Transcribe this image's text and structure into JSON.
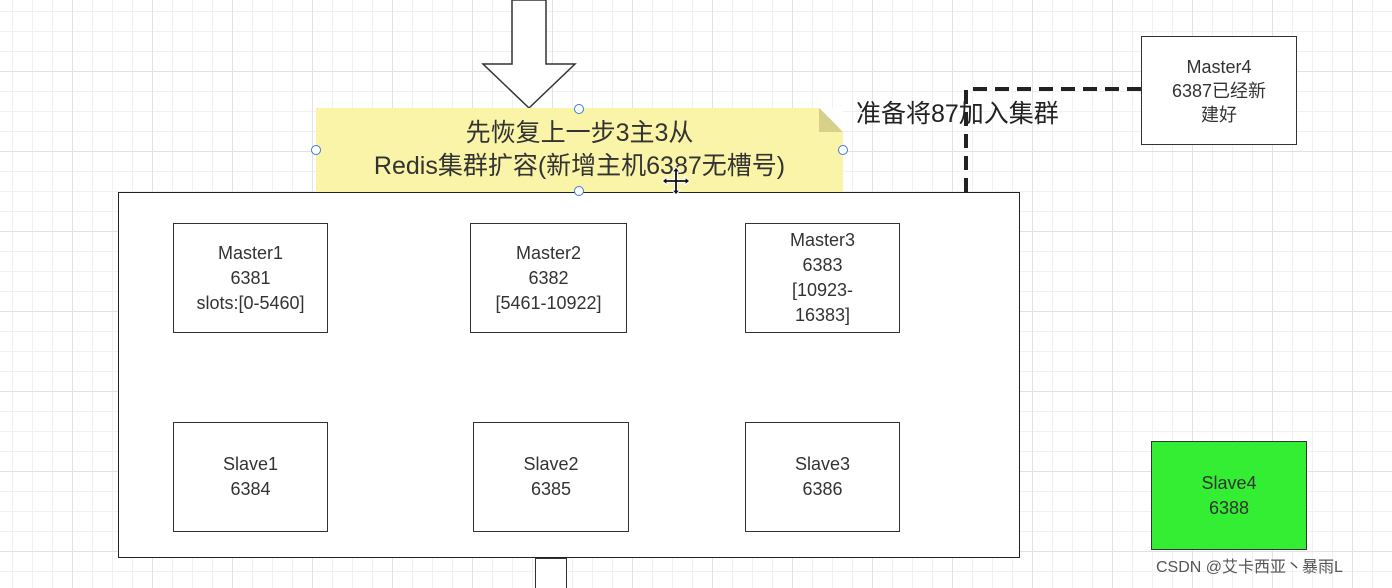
{
  "note": {
    "line1": "先恢复上一步3主3从",
    "line2": "Redis集群扩容(新增主机6387无槽号)"
  },
  "caption": "准备将87加入集群",
  "masters": [
    {
      "name": "Master1",
      "port": "6381",
      "slots": "slots:[0-5460]"
    },
    {
      "name": "Master2",
      "port": "6382",
      "slots": "[5461-10922]"
    },
    {
      "name": "Master3",
      "port": "6383",
      "slots_line1": "[10923-",
      "slots_line2": "16383]"
    }
  ],
  "slaves": [
    {
      "name": "Slave1",
      "port": "6384"
    },
    {
      "name": "Slave2",
      "port": "6385"
    },
    {
      "name": "Slave3",
      "port": "6386"
    }
  ],
  "master4": {
    "line1": "Master4",
    "line2": "6387已经新",
    "line3": "建好"
  },
  "slave4": {
    "name": "Slave4",
    "port": "6388",
    "fill": "#33ee33"
  },
  "watermark": "CSDN @艾卡西亚丶暴雨L",
  "colors": {
    "note_bg": "#f9f4a7",
    "grid": "#e2e2e2",
    "slave4_fill": "#33ee33",
    "handle": "#3a7bd5"
  },
  "icons": [
    "big-down-arrow-icon",
    "move-cursor-icon"
  ]
}
